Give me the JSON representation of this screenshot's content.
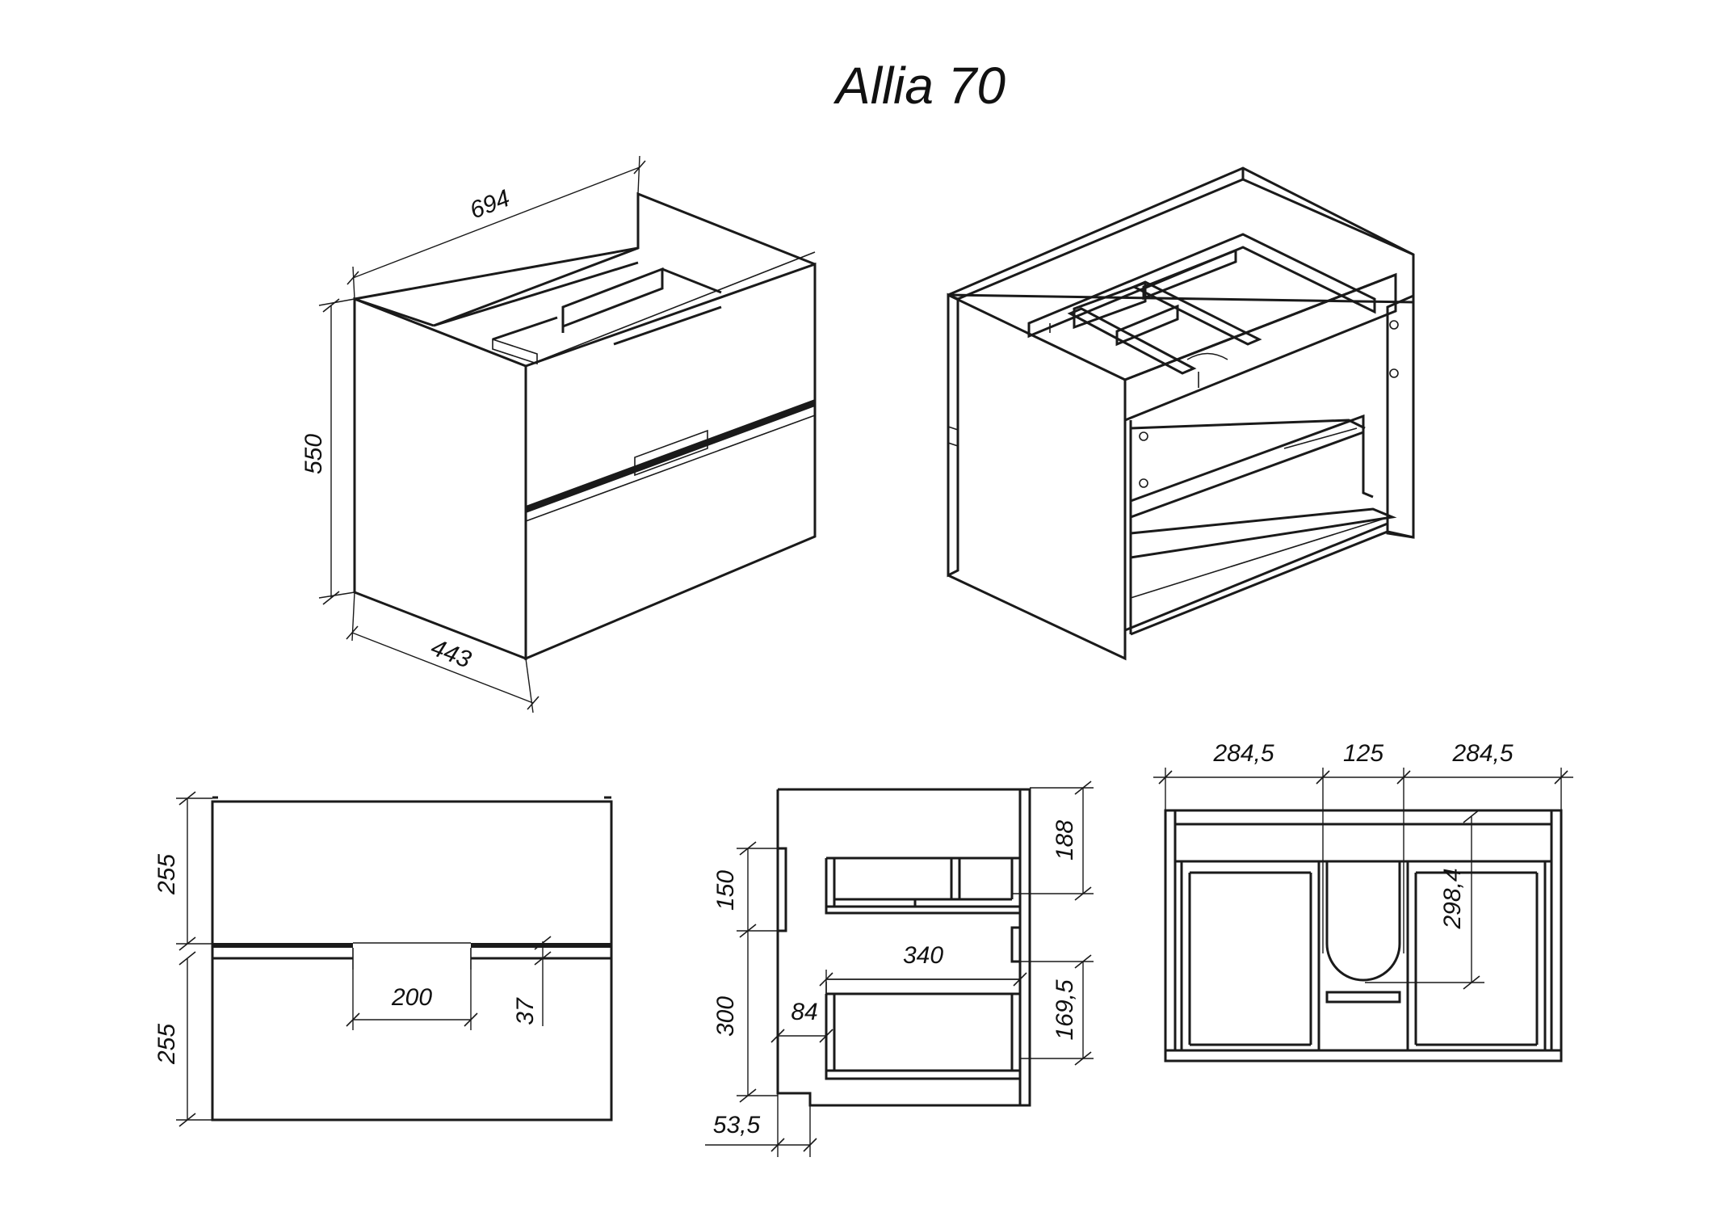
{
  "title": "Allia 70",
  "dimensions": {
    "width_694": "694",
    "height_550": "550",
    "depth_443": "443",
    "top_drawer_255": "255",
    "bottom_drawer_255": "255",
    "handle_200": "200",
    "handle_37": "37",
    "side_150": "150",
    "side_300": "300",
    "side_53_5": "53,5",
    "side_84": "84",
    "side_340": "340",
    "side_188": "188",
    "side_169_5": "169,5",
    "top_left_284_5": "284,5",
    "top_mid_125": "125",
    "top_right_284_5": "284,5",
    "top_298_4": "298,4"
  }
}
